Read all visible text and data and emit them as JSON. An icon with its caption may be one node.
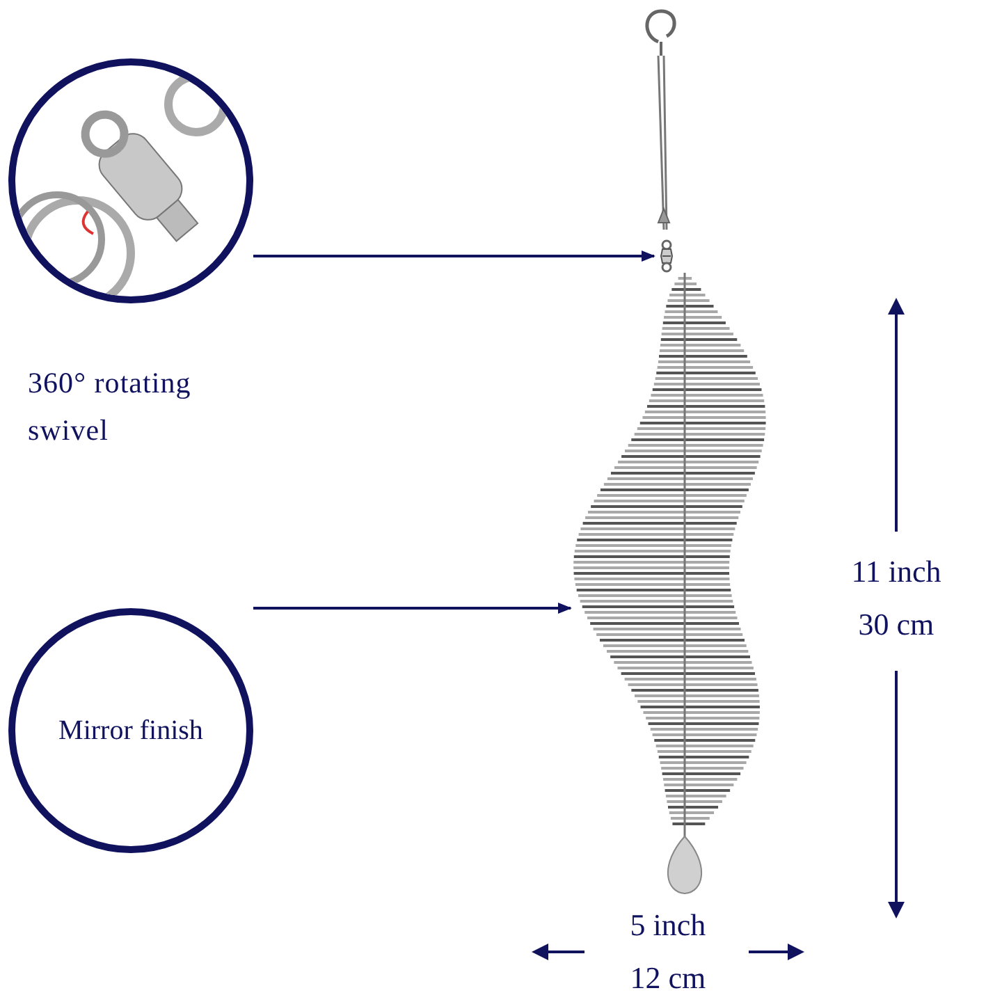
{
  "diagram": {
    "nodes": [
      {
        "text": [],
        "shape": "picture",
        "beside": [
          "360° rotating swivel"
        ]
      },
      {
        "text": [
          "Mirror finish"
        ]
      },
      {
        "text": [],
        "shape": "picture"
      },
      {
        "text": [],
        "shape": "picture"
      }
    ],
    "edges": [
      {
        "from": 0,
        "to": 2,
        "arrow": "to"
      },
      {
        "from": 1,
        "to": 3,
        "arrow": "to"
      }
    ],
    "labels": [
      "11 inch",
      "30 cm",
      "5 inch",
      "12 cm"
    ]
  }
}
